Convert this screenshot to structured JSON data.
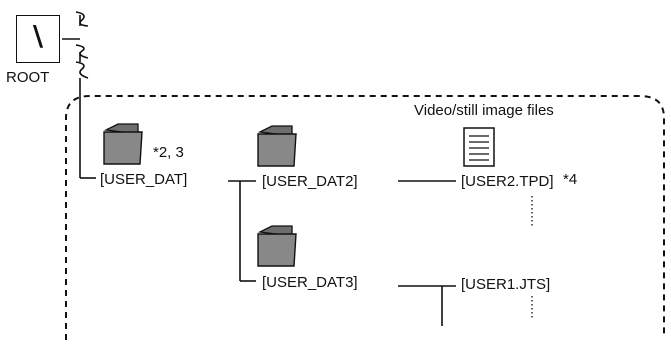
{
  "root": {
    "symbol": "\\",
    "label": "ROOT"
  },
  "nodes": {
    "user_dat": "[USER_DAT]",
    "user_dat_note": "*2, 3",
    "user_dat2": "[USER_DAT2]",
    "user_dat3": "[USER_DAT3]",
    "user2_tpd": "[USER2.TPD]",
    "user2_tpd_note": "*4",
    "user1_jts": "[USER1.JTS]"
  },
  "annotations": {
    "files_group_label": "Video/still image files"
  },
  "icons": {
    "folder": "folder-icon",
    "document": "document-icon"
  },
  "colors": {
    "line": "#111111",
    "folder_fill": "#888888",
    "folder_back": "#6e6e6e"
  }
}
